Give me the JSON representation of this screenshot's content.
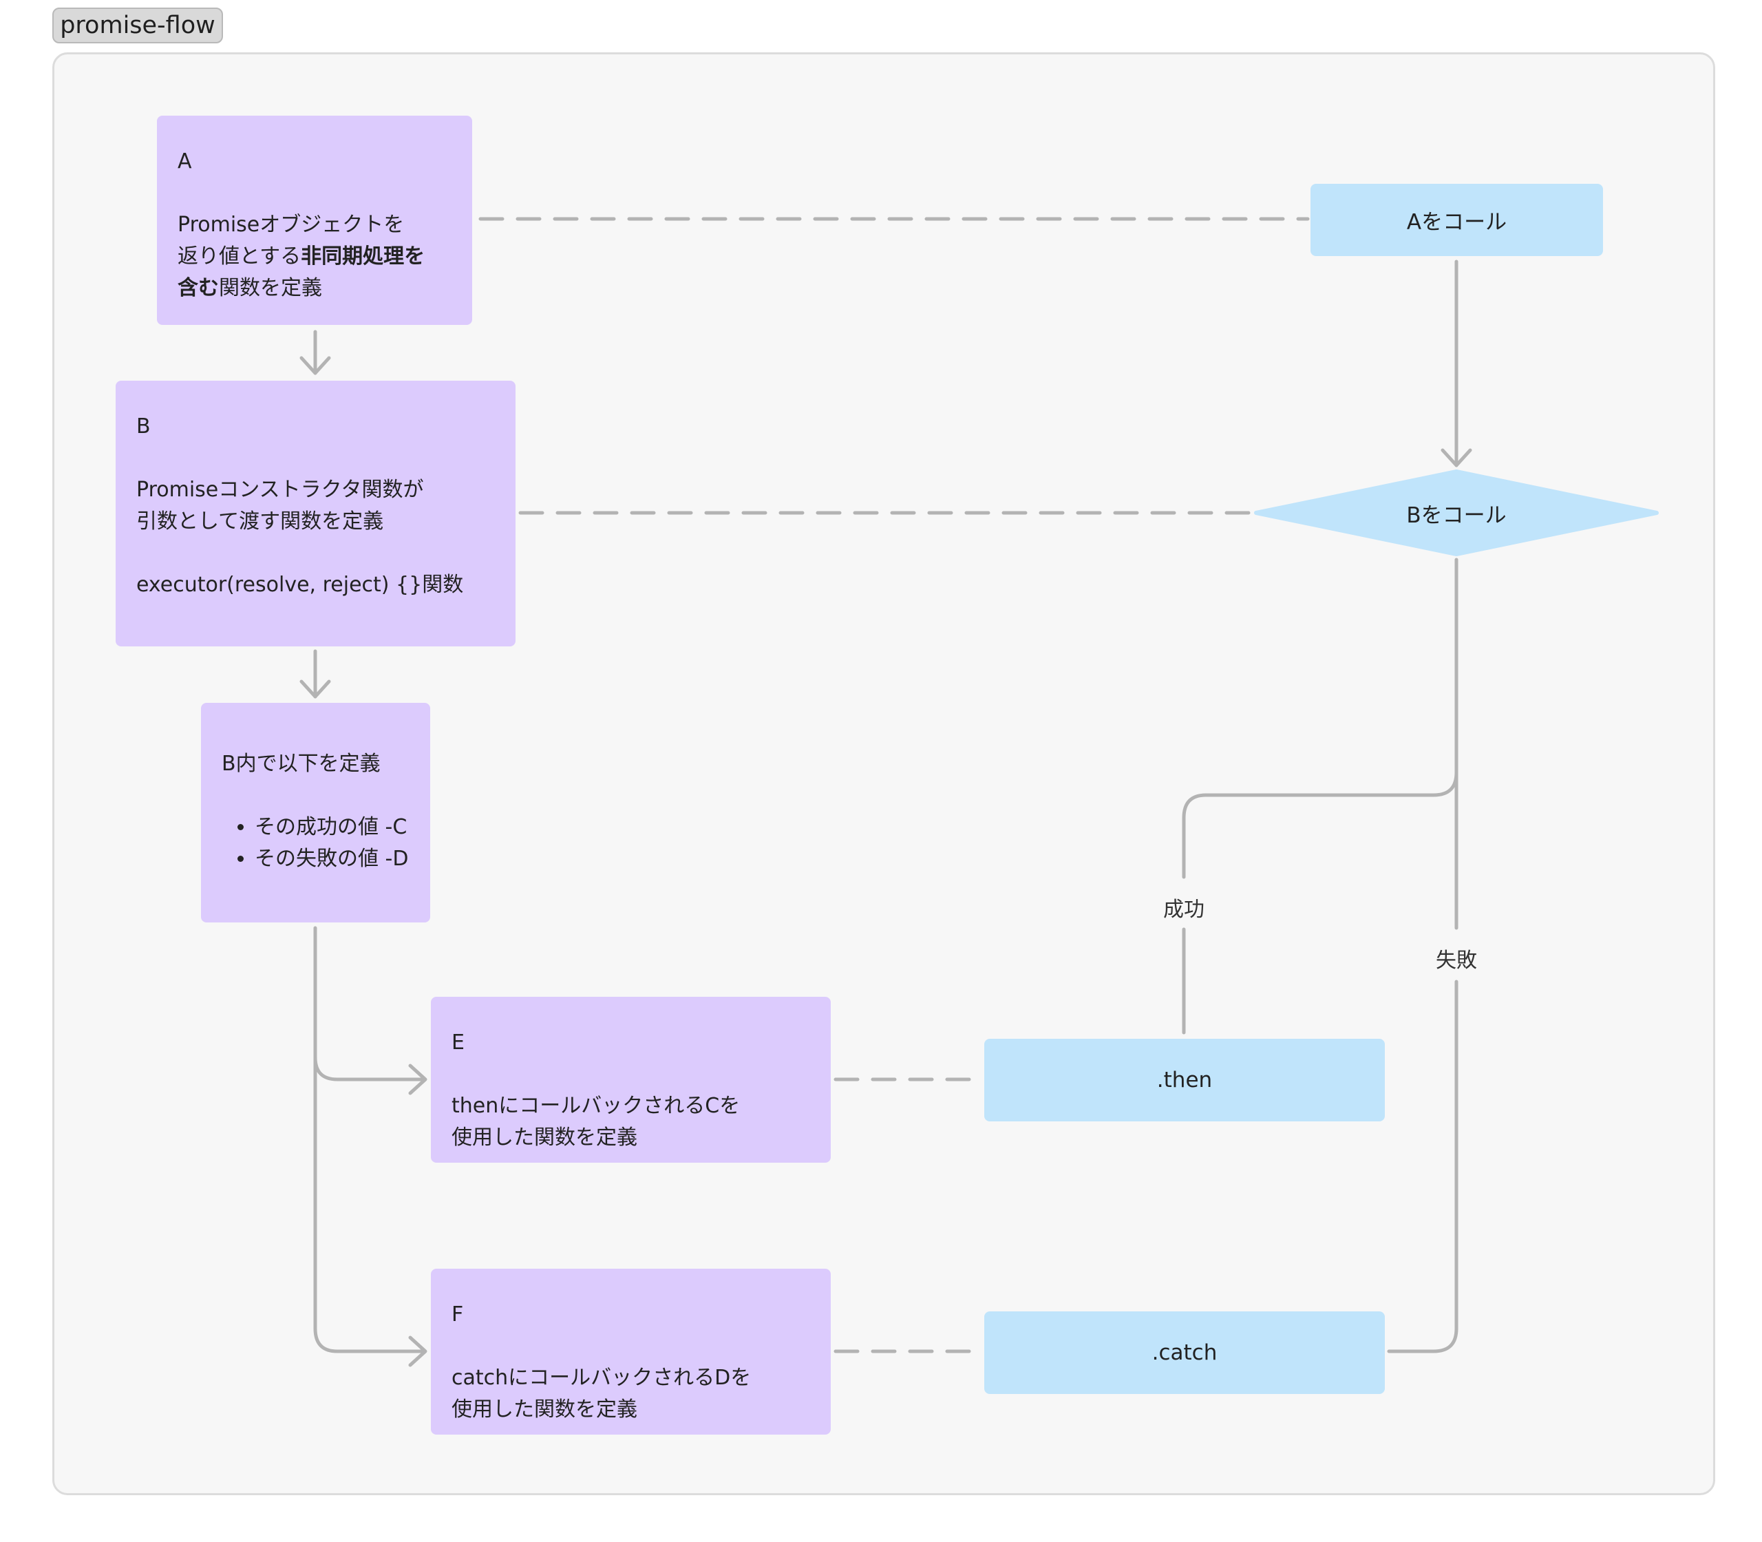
{
  "frame": {
    "title": "promise-flow"
  },
  "nodes": {
    "a": {
      "id": "A",
      "line1": "Promiseオブジェクトを",
      "line2_plain": "返り値とする",
      "line2_bold": "非同期処理を",
      "line3_bold": "含む",
      "line3_plain": "関数を定義"
    },
    "b": {
      "id": "B",
      "line1": "Promiseコンストラクタ関数が",
      "line2": "引数として渡す関数を定義",
      "line3": "executor(resolve, reject) {}関数"
    },
    "b_inner": {
      "heading": "B内で以下を定義",
      "items": [
        "その成功の値 -C",
        "その失敗の値 -D"
      ]
    },
    "e": {
      "id": "E",
      "line1": "thenにコールバックされるCを",
      "line2": "使用した関数を定義"
    },
    "f": {
      "id": "F",
      "line1": "catchにコールバックされるDを",
      "line2": "使用した関数を定義"
    },
    "call_a": {
      "label": "Aをコール"
    },
    "call_b": {
      "label": "Bをコール"
    },
    "then": {
      "label": ".then"
    },
    "catch": {
      "label": ".catch"
    }
  },
  "edge_labels": {
    "success": "成功",
    "failure": "失敗"
  },
  "colors": {
    "purple_node": "#dccbfd",
    "blue_node": "#c0e4fb",
    "connector": "#b3b3b3",
    "frame_bg": "#f7f7f7"
  }
}
